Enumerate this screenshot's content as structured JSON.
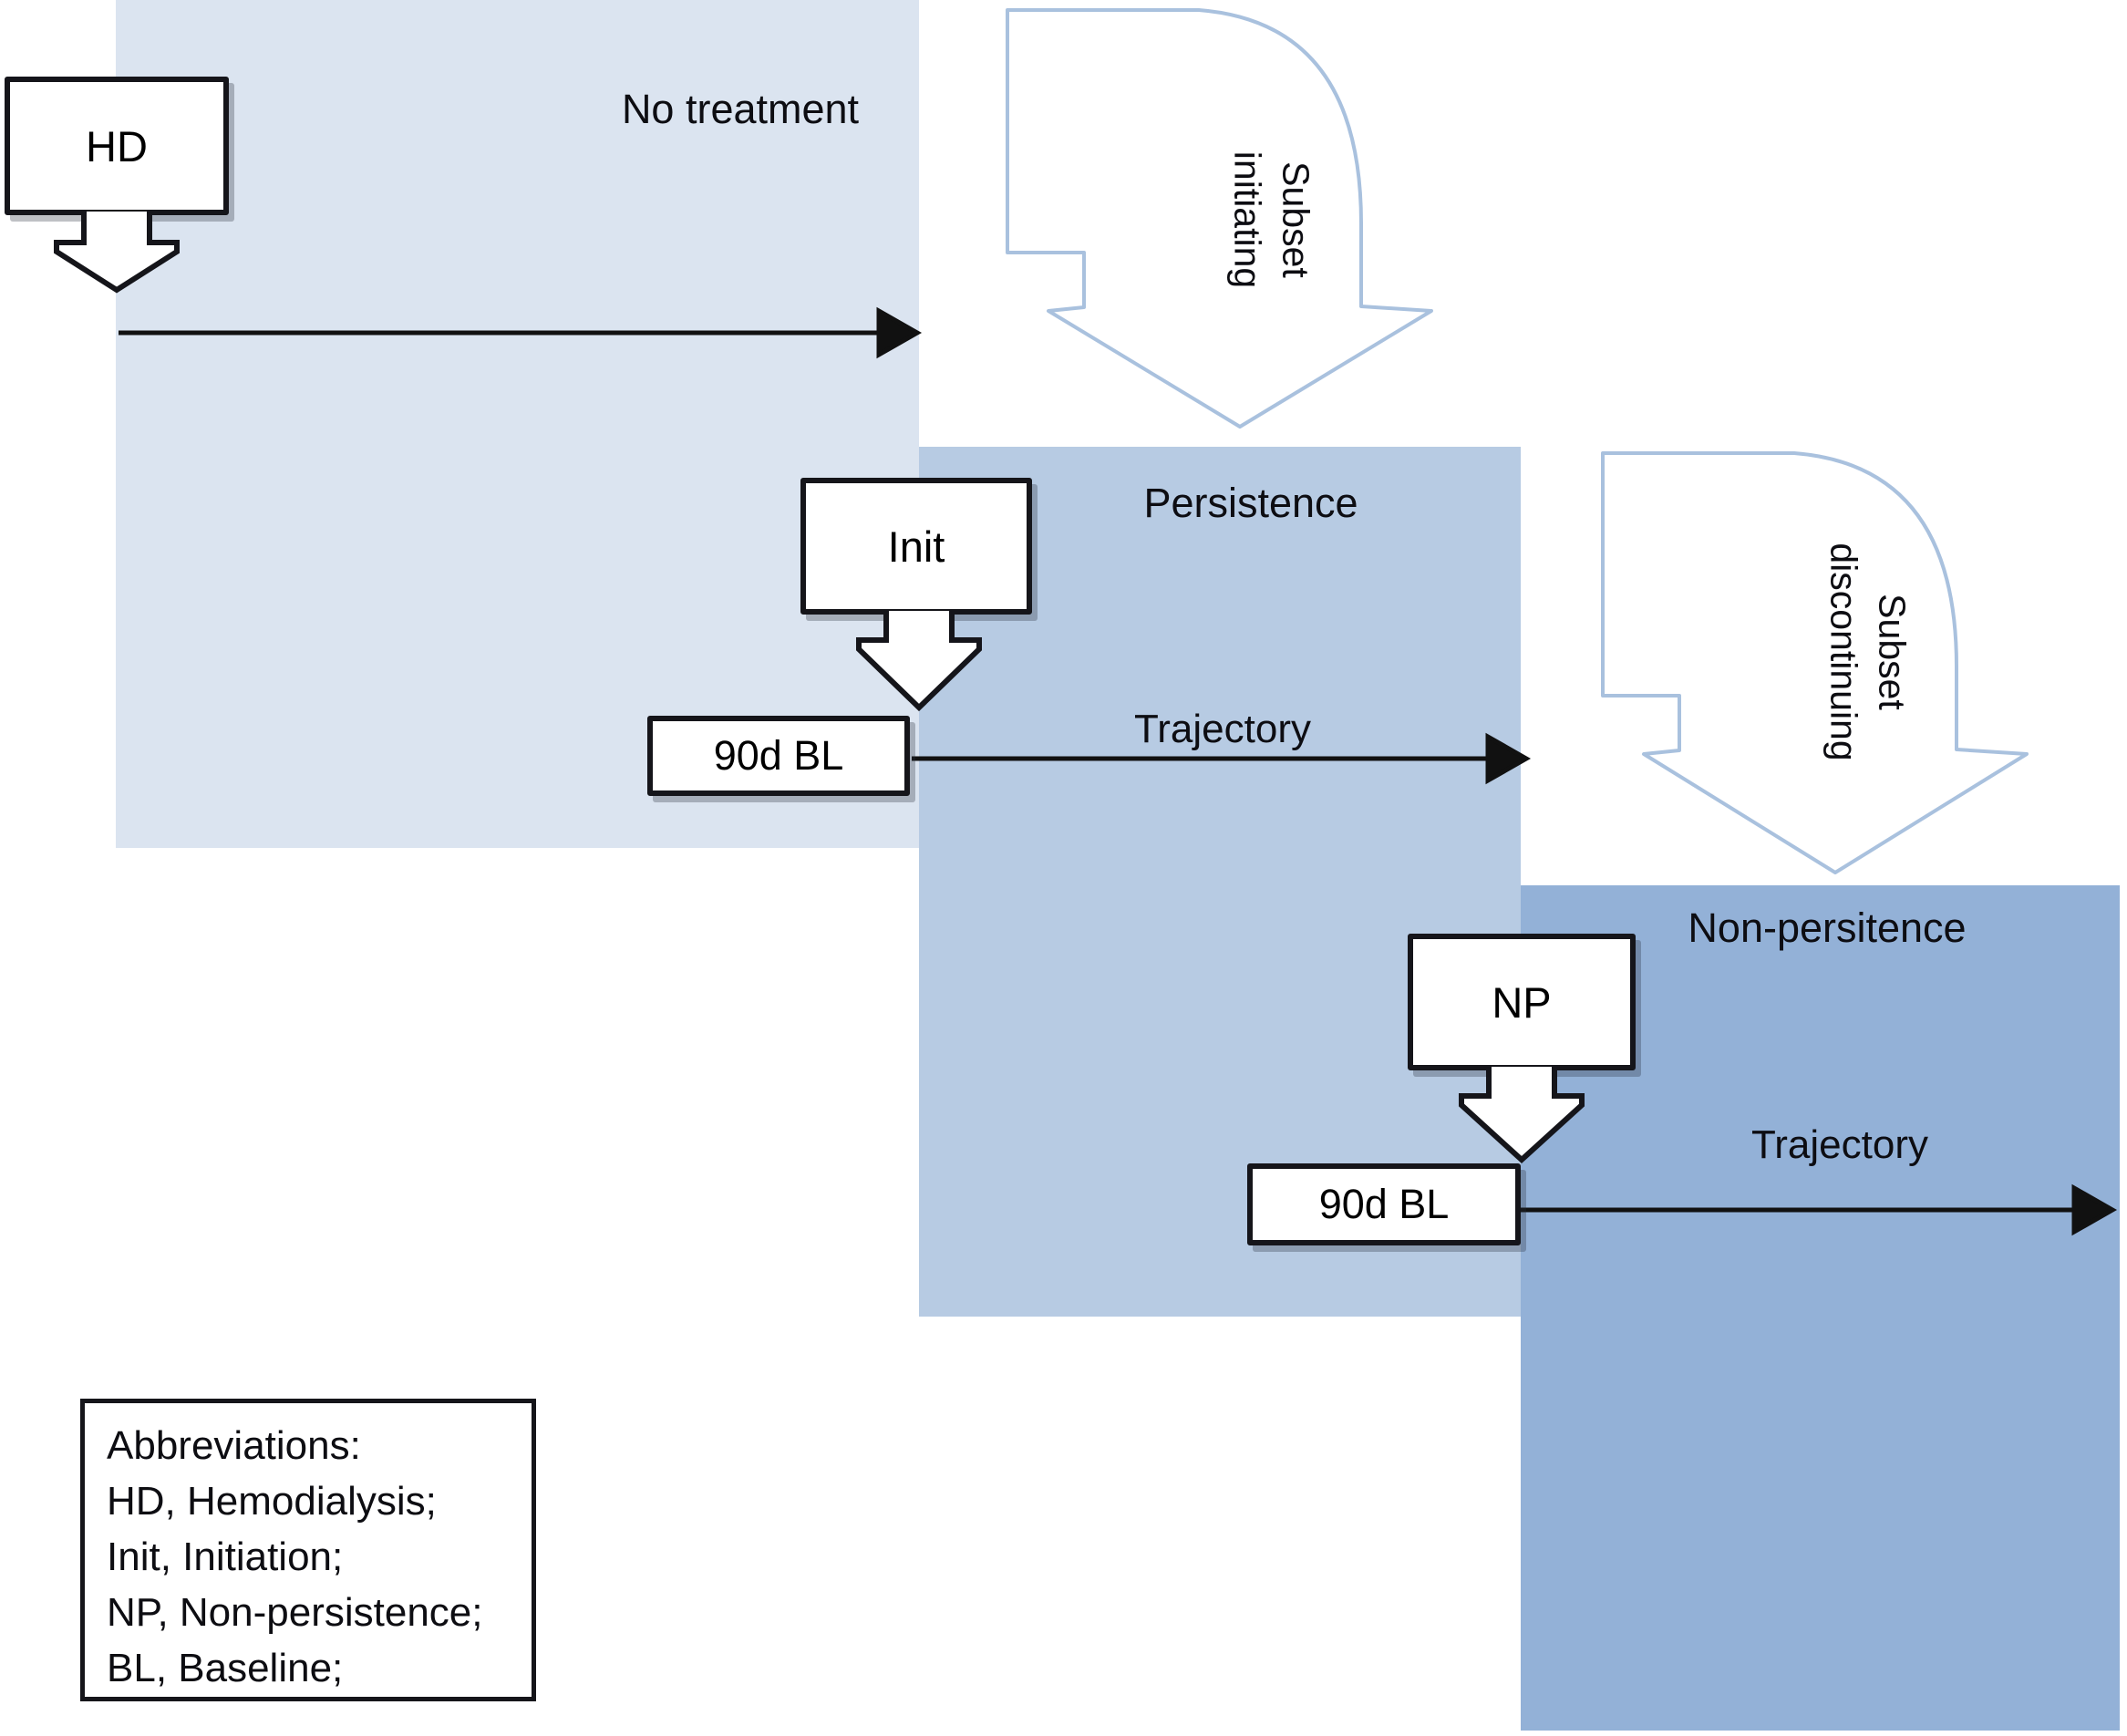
{
  "figure": {
    "description": "Hemodialysis treatment persistence study design flow diagram"
  },
  "phases": {
    "no_treatment": {
      "label": "No treatment",
      "color": "#dbe4f0"
    },
    "persistence": {
      "label": "Persistence",
      "color": "#b7cbe3"
    },
    "non_persistence": {
      "label": "Non-persitence",
      "color": "#93b1d7"
    }
  },
  "event_boxes": {
    "hd": "HD",
    "init": "Init",
    "np": "NP"
  },
  "baseline_boxes": {
    "persistence": "90d BL",
    "non_persistence": "90d BL"
  },
  "transition_arrows": {
    "initiating": "Subset\ninitiating",
    "discontinuing": "Subset\ndiscontinuing"
  },
  "trajectory_labels": {
    "persistence": "Trajectory",
    "non_persistence": "Trajectory"
  },
  "legend": {
    "title": "Abbreviations:",
    "items": [
      "HD, Hemodialysis;",
      "Init, Initiation;",
      "NP, Non-persistence;",
      "BL, Baseline;"
    ]
  },
  "colors": {
    "outline_arrow_stroke": "#a9c1de",
    "timeline_line": "#111111",
    "box_border": "#15151a"
  }
}
